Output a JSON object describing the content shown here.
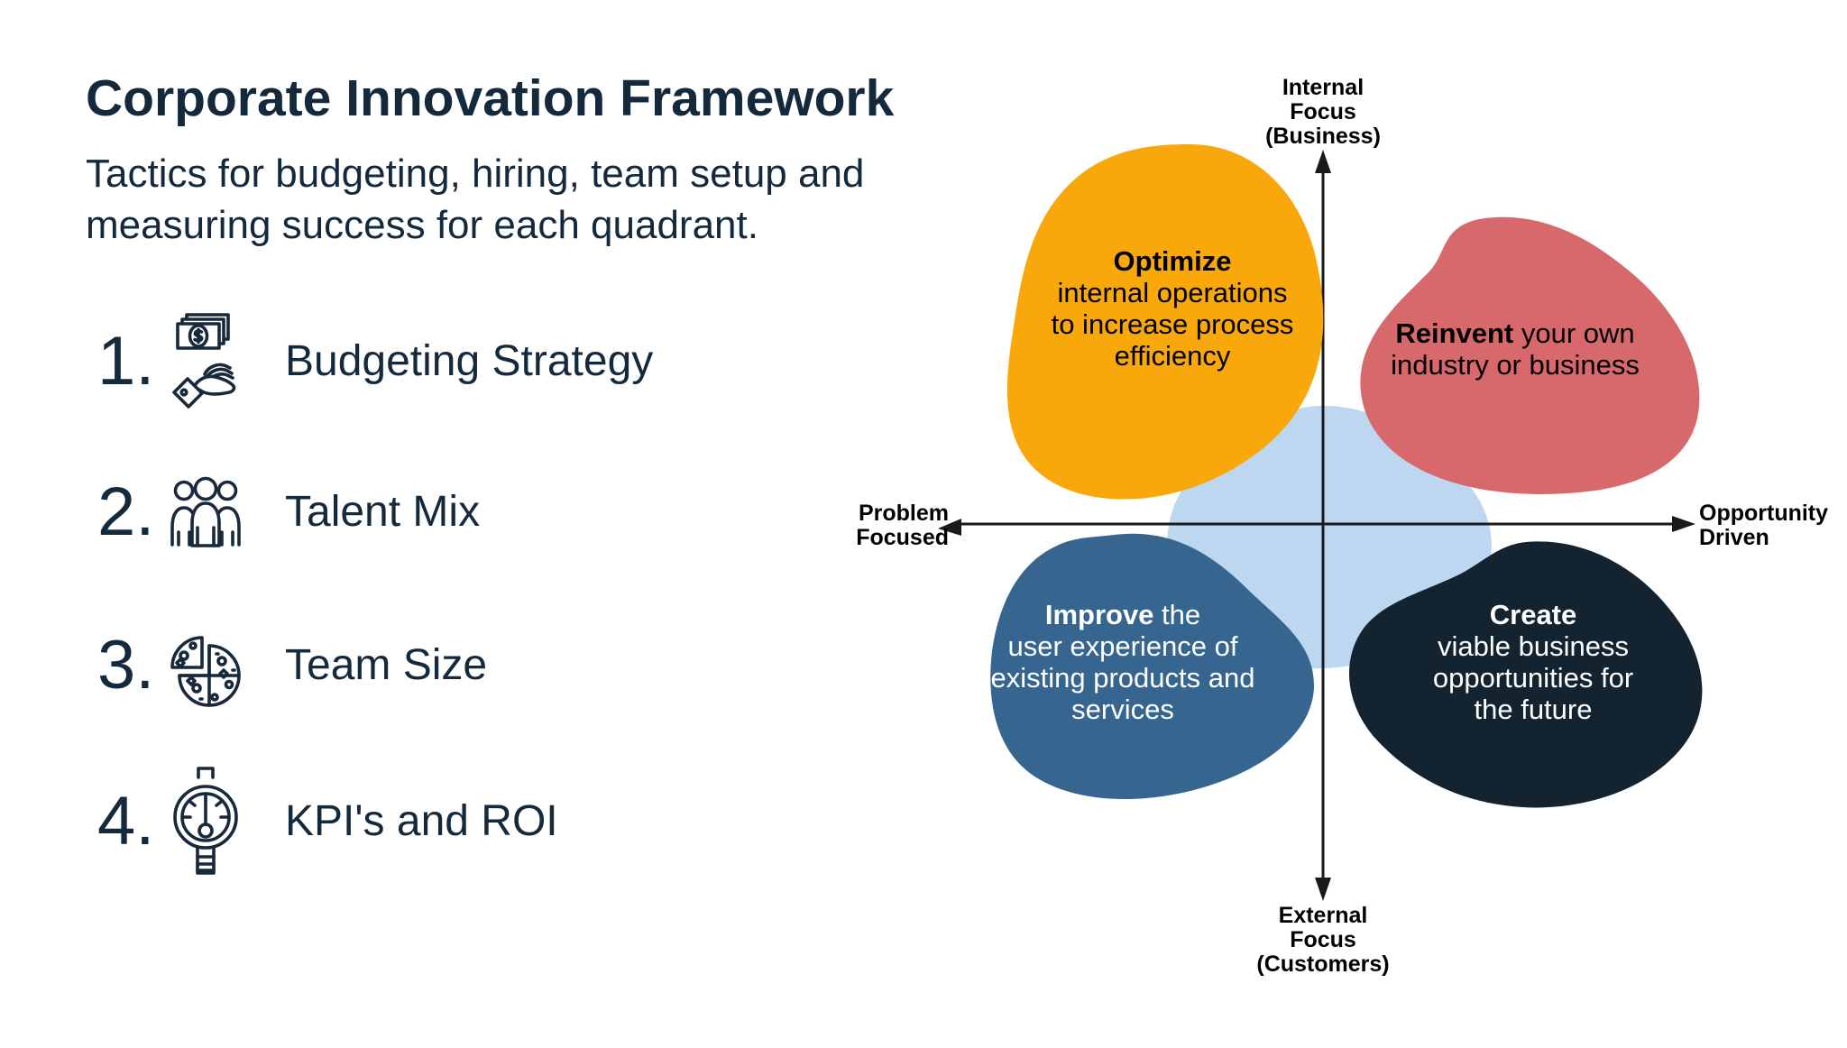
{
  "slide": {
    "background": "#ffffff",
    "text_color": "#14293c"
  },
  "header": {
    "title": "Corporate Innovation Framework",
    "subtitle": "Tactics for budgeting, hiring, team setup and measuring success for each quadrant."
  },
  "list": {
    "items": [
      {
        "number": "1.",
        "icon": "money-in-hand-icon",
        "label": "Budgeting Strategy"
      },
      {
        "number": "2.",
        "icon": "team-icon",
        "label": "Talent Mix"
      },
      {
        "number": "3.",
        "icon": "pizza-icon",
        "label": "Team Size"
      },
      {
        "number": "4.",
        "icon": "gauge-icon",
        "label": "KPI's and ROI"
      }
    ]
  },
  "diagram": {
    "axis": {
      "line_color": "#1a1a1a",
      "top": {
        "lines": [
          "Internal",
          "Focus",
          "(Business)"
        ]
      },
      "bottom": {
        "lines": [
          "External",
          "Focus",
          "(Customers)"
        ]
      },
      "left": {
        "lines": [
          "Problem",
          "Focused"
        ]
      },
      "right": {
        "lines": [
          "Opportunity",
          "Driven"
        ]
      }
    },
    "center_blob": {
      "color": "#bdd7f0"
    },
    "quadrants": {
      "optimize": {
        "color": "#f9a80b",
        "text_color": "#000000",
        "lead": "Optimize",
        "lead_suffix": "",
        "lines": [
          "internal operations",
          "to increase process",
          "efficiency"
        ]
      },
      "reinvent": {
        "color": "#d7696d",
        "text_color": "#000000",
        "lead": "Reinvent",
        "lead_suffix": " your own",
        "lines": [
          "industry or business"
        ]
      },
      "improve": {
        "color": "#36668f",
        "text_color": "#ffffff",
        "lead": "Improve",
        "lead_suffix": " the",
        "lines": [
          "user experience of",
          "existing products and",
          "services"
        ]
      },
      "create": {
        "color": "#132430",
        "text_color": "#ffffff",
        "lead": "Create",
        "lead_suffix": "",
        "lines": [
          "viable business",
          "opportunities for",
          "the future"
        ]
      }
    }
  }
}
